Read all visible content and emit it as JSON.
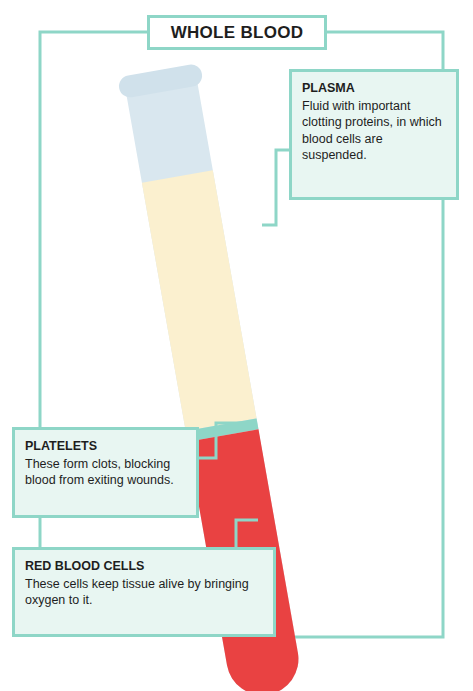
{
  "diagram": {
    "title": "WHOLE BLOOD",
    "nodes": [
      {
        "text": [
          "PLASMA",
          "Fluid with important clotting proteins, in which blood cells are suspended."
        ]
      },
      {
        "text": [
          "PLATELETS",
          "These form clots, blocking blood from exiting wounds."
        ]
      },
      {
        "text": [
          "RED BLOOD CELLS",
          "These cells keep tissue alive by bringing oxygen to it."
        ]
      }
    ]
  }
}
